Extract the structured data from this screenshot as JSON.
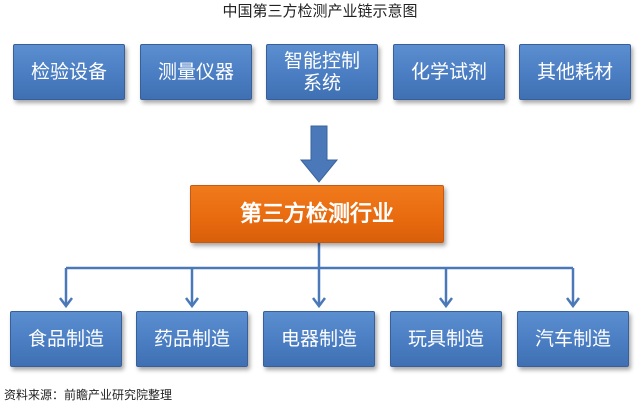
{
  "title": "中国第三方检测产业链示意图",
  "upstream": [
    {
      "lines": [
        "检验设备"
      ]
    },
    {
      "lines": [
        "测量仪器"
      ]
    },
    {
      "lines": [
        "智能控制",
        "系统"
      ]
    },
    {
      "lines": [
        "化学试剂"
      ]
    },
    {
      "lines": [
        "其他耗材"
      ]
    }
  ],
  "center": "第三方检测行业",
  "downstream": [
    {
      "lines": [
        "食品制造"
      ]
    },
    {
      "lines": [
        "药品制造"
      ]
    },
    {
      "lines": [
        "电器制造"
      ]
    },
    {
      "lines": [
        "玩具制造"
      ]
    },
    {
      "lines": [
        "汽车制造"
      ]
    }
  ],
  "source": "资料来源：前瞻产业研究院整理",
  "colors": {
    "box_blue": "#4a7dc2",
    "box_orange": "#e86a0f",
    "arrow_blue": "#4a78b8",
    "text_white": "#ffffff"
  }
}
